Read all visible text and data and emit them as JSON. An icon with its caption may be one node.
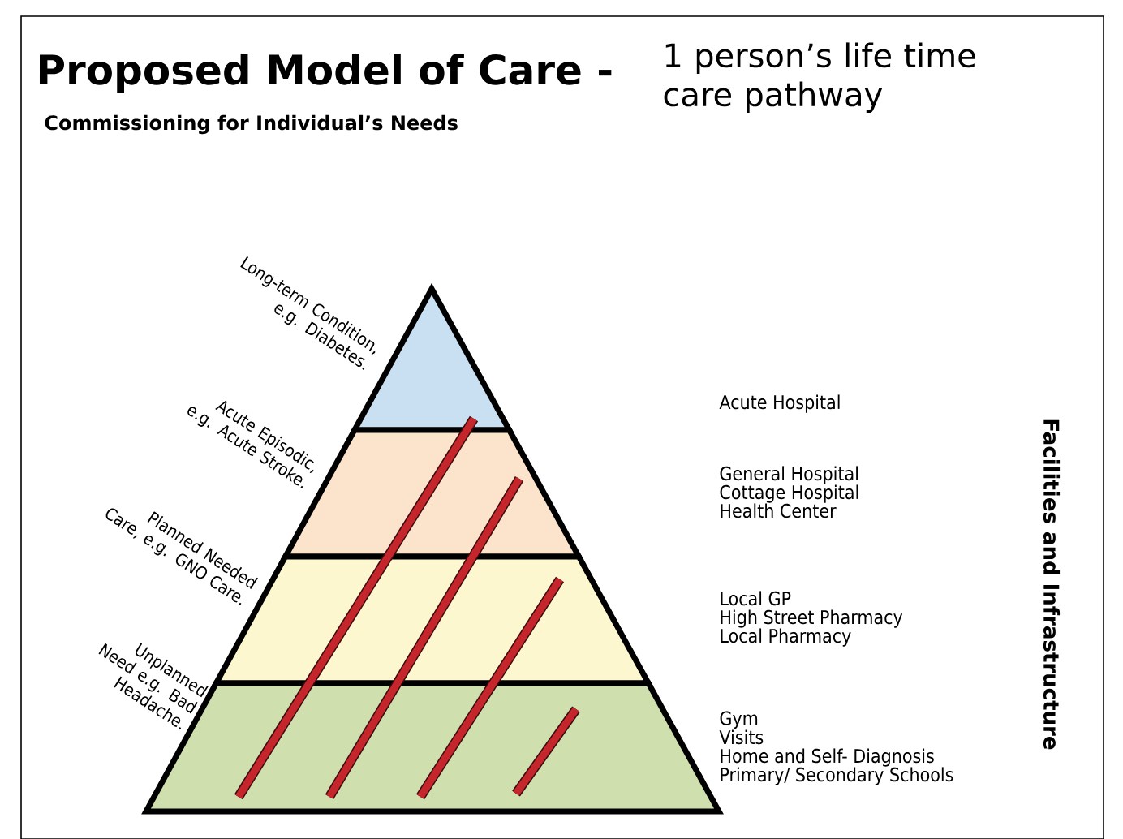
{
  "diagram": {
    "title": "Proposed Model of Care -",
    "labels": [
      "1 person’s life time care pathway",
      "Commissioning for Individual’s Needs",
      "Long-term Condition, e.g. Diabetes.",
      "Acute Episodic, e.g. Acute Stroke.",
      "Planned Needed Care, e.g. GNO Care.",
      "Unplanned Need e.g. Bad Headache.",
      "Acute Hospital",
      "General Hospital",
      "Cottage Hospital",
      "Health Center",
      "Local GP",
      "High Street Pharmacy",
      "Local Pharmacy",
      "Gym",
      "Visits",
      "Home and Self- Diagnosis",
      "Primary/ Secondary Schools",
      "Facilities and Infrastructure"
    ]
  }
}
